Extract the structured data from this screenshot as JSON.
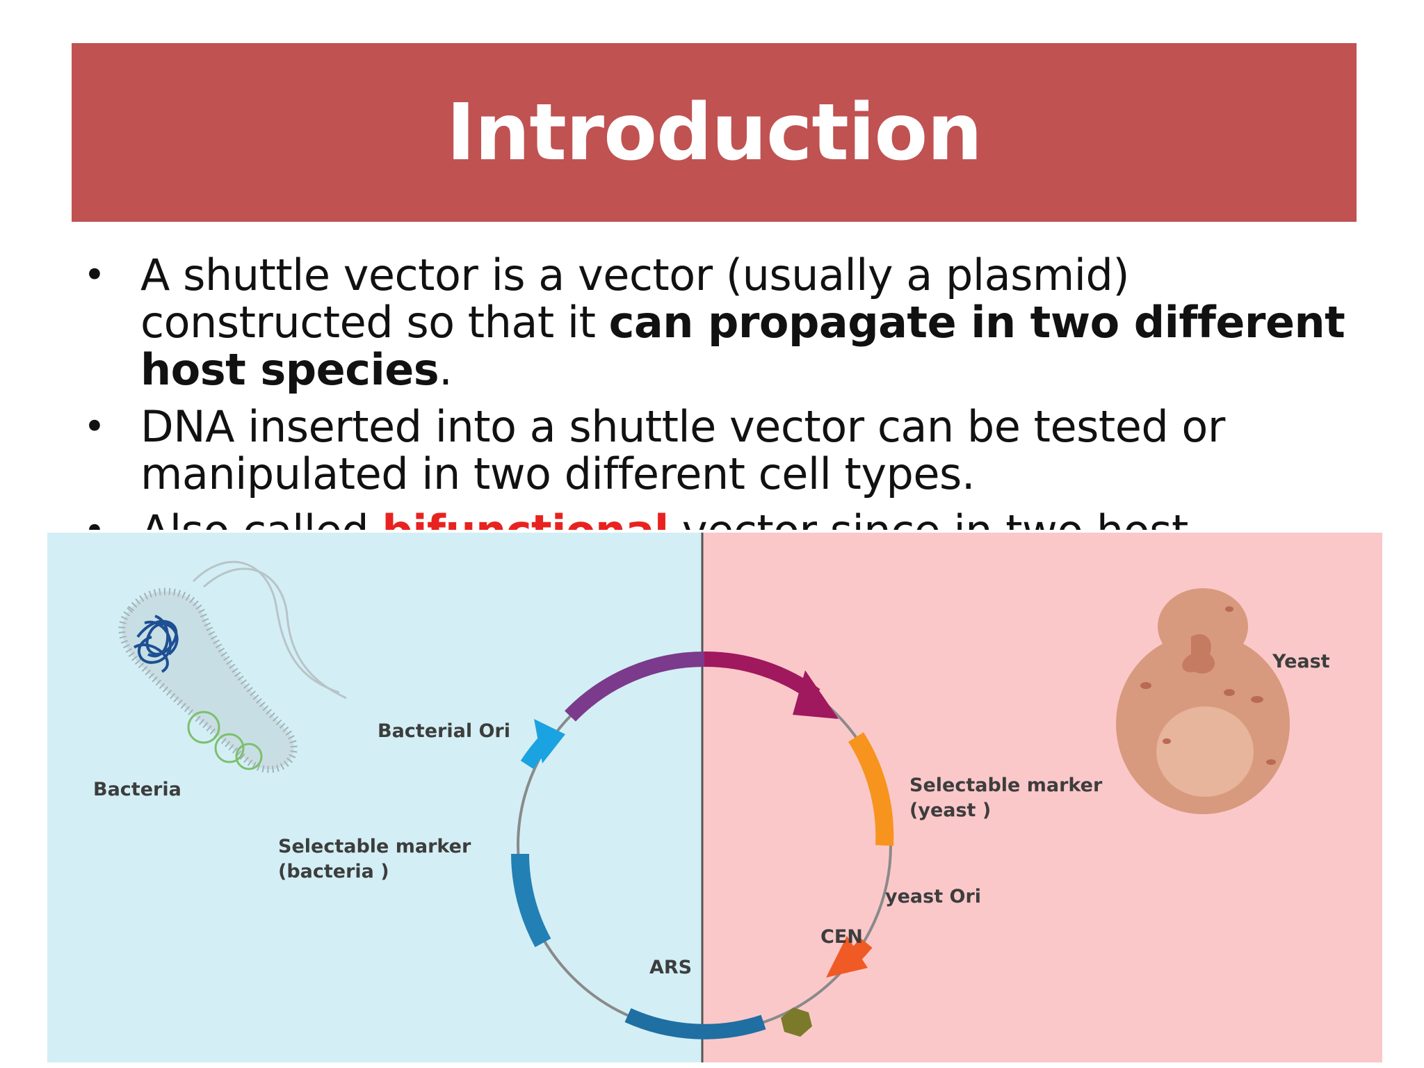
{
  "slide": {
    "title": "Introduction"
  },
  "bullets": [
    {
      "marker": "•",
      "text_a": "A shuttle vector is a vector (usually a plasmid) constructed so that it ",
      "bold": "can propagate in two different host species",
      "text_b": "."
    },
    {
      "marker": "•",
      "text": "DNA inserted into a shuttle vector can be tested or manipulated in two different cell types."
    },
    {
      "marker": "•",
      "text_a": "Also called ",
      "red": "bifunctional",
      "text_b": " vector  since in two host"
    }
  ],
  "figure": {
    "left_panel_color": "#d3eff5",
    "right_panel_color": "#fbc8ca",
    "labels": {
      "bacteria": "Bacteria",
      "bacterial_ori": "Bacterial Ori",
      "selectable_bacteria_line1": "Selectable marker",
      "selectable_bacteria_line2": "(bacteria )",
      "ars": "ARS",
      "cen": "CEN",
      "yeast_ori": "yeast Ori",
      "selectable_yeast_line1": "Selectable marker",
      "selectable_yeast_line2": "(yeast )",
      "yeast": "Yeast"
    },
    "colors": {
      "bacterial_ori_arrow": "#1aa3e0",
      "top_arc_left": "#7b3a8c",
      "top_arc_right": "#a0185e",
      "yeast_marker": "#f7941d",
      "yeast_ori_arrow": "#f05a24",
      "cen_hexagon": "#7a7a2a",
      "ars_segment": "#1f6fa3",
      "bacteria_marker": "#2280b5"
    }
  }
}
